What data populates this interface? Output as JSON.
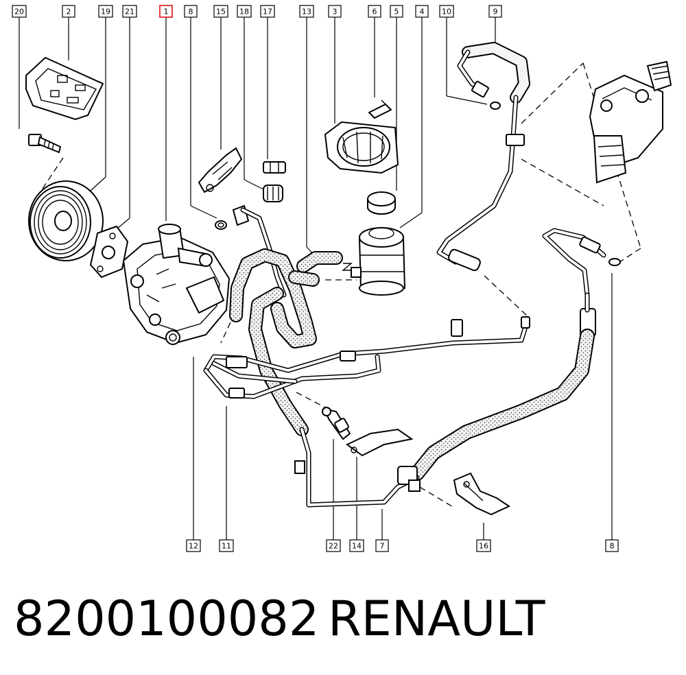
{
  "diagram": {
    "highlight_color": "#e0282e",
    "callouts": [
      {
        "id": "20",
        "label": "20"
      },
      {
        "id": "2",
        "label": "2"
      },
      {
        "id": "19",
        "label": "19"
      },
      {
        "id": "21",
        "label": "21"
      },
      {
        "id": "1",
        "label": "1",
        "highlighted": true
      },
      {
        "id": "8a",
        "label": "8"
      },
      {
        "id": "15",
        "label": "15"
      },
      {
        "id": "18",
        "label": "18"
      },
      {
        "id": "17",
        "label": "17"
      },
      {
        "id": "13",
        "label": "13"
      },
      {
        "id": "3",
        "label": "3"
      },
      {
        "id": "6",
        "label": "6"
      },
      {
        "id": "5",
        "label": "5"
      },
      {
        "id": "4",
        "label": "4"
      },
      {
        "id": "10",
        "label": "10"
      },
      {
        "id": "9",
        "label": "9"
      },
      {
        "id": "12",
        "label": "12"
      },
      {
        "id": "11",
        "label": "11"
      },
      {
        "id": "22",
        "label": "22"
      },
      {
        "id": "14",
        "label": "14"
      },
      {
        "id": "7",
        "label": "7"
      },
      {
        "id": "16",
        "label": "16"
      },
      {
        "id": "8b",
        "label": "8"
      }
    ]
  },
  "footer": {
    "part_number": "8200100082",
    "brand": "RENAULT"
  }
}
